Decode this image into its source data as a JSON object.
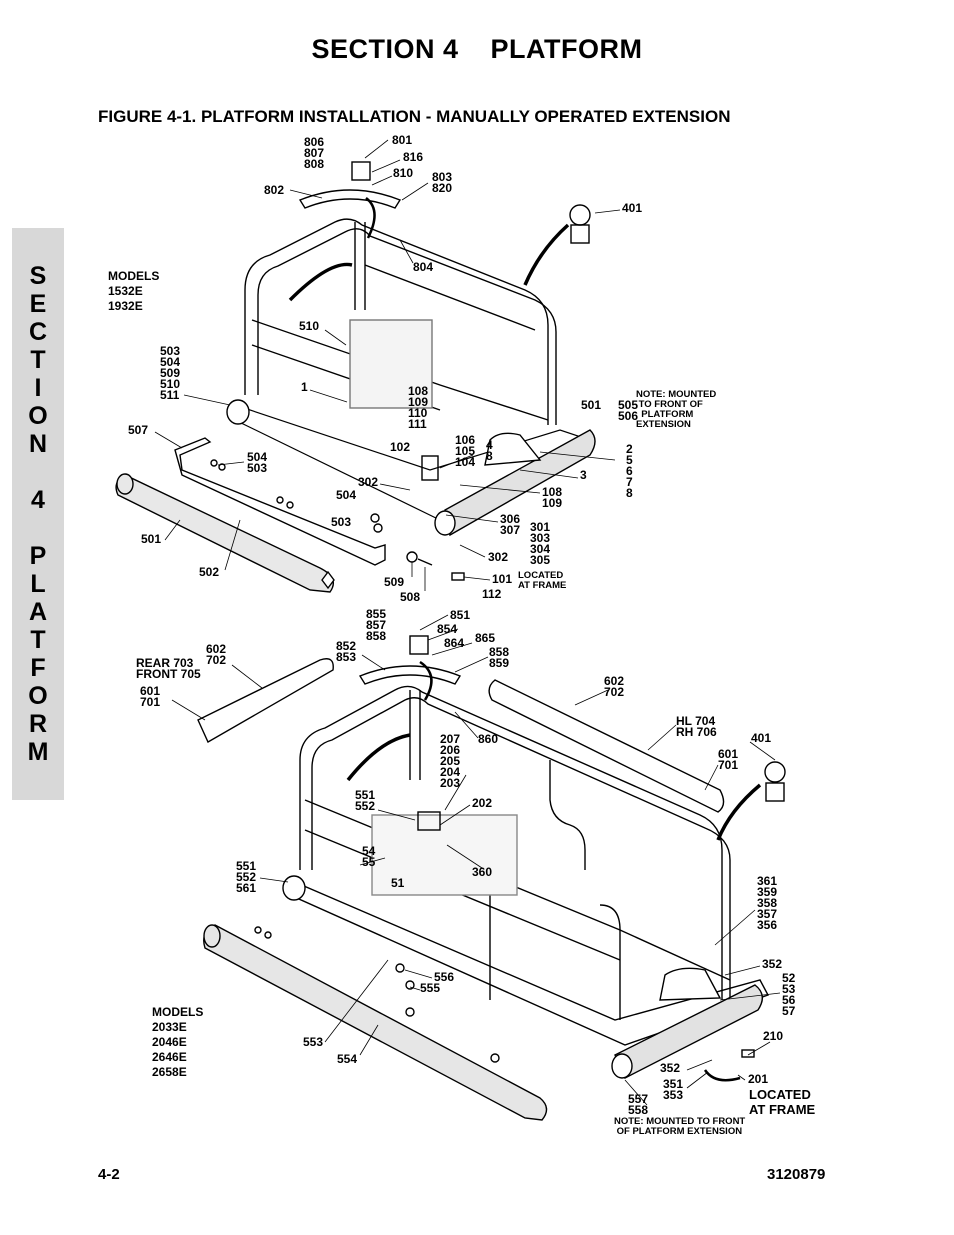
{
  "section_title": "SECTION 4    PLATFORM",
  "figure_title": "FIGURE 4-1. PLATFORM INSTALLATION - MANUALLY OPERATED EXTENSION",
  "side_tab": [
    "S",
    "E",
    "C",
    "T",
    "I",
    "O",
    "N",
    "4",
    "P",
    "L",
    "A",
    "T",
    "F",
    "O",
    "R",
    "M"
  ],
  "upper": {
    "models": "MODELS\n1532E\n1932E",
    "callouts": [
      "806\n807\n808",
      "801",
      "816",
      "810",
      "803\n820",
      "802",
      "804",
      "401",
      "510",
      "503\n504\n509\n510\n511",
      "1",
      "108\n109\n110\n111",
      "102",
      "106\n105\n104",
      "4\n8",
      "501",
      "505\n506",
      "2\n5\n6\n7\n8",
      "3",
      "507",
      "504\n503",
      "302",
      "504",
      "503",
      "108\n109",
      "306\n307",
      "301\n303\n304\n305",
      "302",
      "101",
      "112",
      "501",
      "502",
      "509",
      "508"
    ],
    "note": "NOTE: MOUNTED\n TO FRONT OF\n  PLATFORM\nEXTENSION",
    "located": "LOCATED\nAT FRAME"
  },
  "lower": {
    "models": "MODELS\n2033E\n2046E\n2646E\n2658E",
    "callouts": [
      "855\n857\n858",
      "851",
      "854",
      "864",
      "865",
      "858\n859",
      "852\n853",
      "602\n702",
      "REAR 703\nFRONT 705",
      "601\n701",
      "602\n702",
      "HL 704\nRH 706",
      "601\n701",
      "401",
      "860",
      "207\n206\n205\n204\n203",
      "551\n552",
      "202",
      "54\n55",
      "360",
      "551\n552\n561",
      "51",
      "361\n359\n358\n357\n356",
      "352",
      "52\n53\n56\n57",
      "556",
      "555",
      "210",
      "553",
      "554",
      "352",
      "351\n353",
      "201",
      "557\n558"
    ],
    "located": "LOCATED\nAT FRAME",
    "note": "NOTE: MOUNTED TO FRONT\n OF PLATFORM EXTENSION"
  },
  "footer": {
    "page": "4-2",
    "doc_number": "3120879"
  }
}
